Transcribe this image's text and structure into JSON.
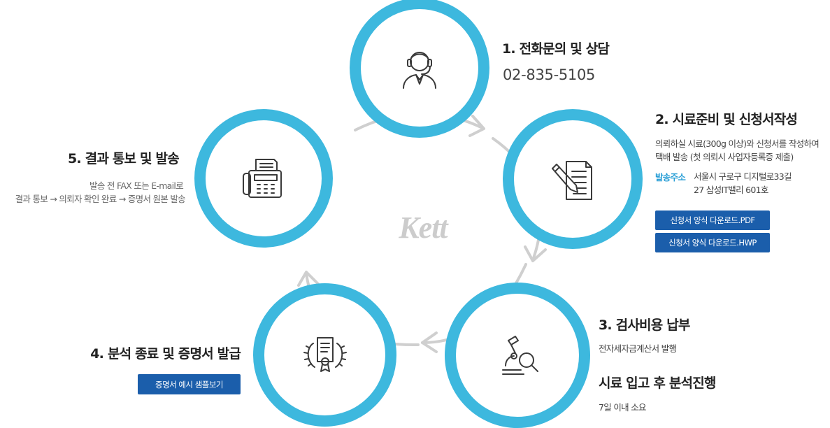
{
  "logo": {
    "text": "Kett"
  },
  "steps": [
    {
      "number": "1.",
      "title": "전화문의 및 상담",
      "phone": "02-835-5105",
      "icon": "headset-agent-icon"
    },
    {
      "number": "2.",
      "title": "시료준비 및 신청서작성",
      "desc_line1": "의뢰하실 시료(300g 이상)와 신청서를 작성하여",
      "desc_line2": "택배 발송 (첫 의뢰시 사업자등록증 제출)",
      "address_label": "발송주소",
      "address_line1": "서울시 구로구 디지털로33길",
      "address_line2": "27 삼성IT밸리 601호",
      "buttons": [
        "신청서 양식 다운로드.PDF",
        "신청서 양식 다운로드.HWP"
      ],
      "icon": "pen-document-icon"
    },
    {
      "number": "3.",
      "title": "검사비용 납부",
      "desc": "전자세자금계산서 발행",
      "subtitle": "시료 입고 후 분석진행",
      "subdesc": "7일 이내 소요",
      "icon": "microscope-magnifier-icon"
    },
    {
      "number": "4.",
      "title": "분석 종료 및 증명서 발급",
      "button": "증명서 예시 샘플보기",
      "icon": "certificate-laurel-icon"
    },
    {
      "number": "5.",
      "title": "결과 통보 및 발송",
      "desc_line1": "발송 전 FAX 또는 E-mail로",
      "desc_line2": "결과 통보 → 의뢰자  확인 완료 → 증명서 원본 발송",
      "icon": "fax-machine-icon"
    }
  ],
  "colors": {
    "circle": "#3db8de",
    "arrow": "#cfcfcf",
    "button": "#1b5eab",
    "address_label": "#2a9fd6"
  }
}
